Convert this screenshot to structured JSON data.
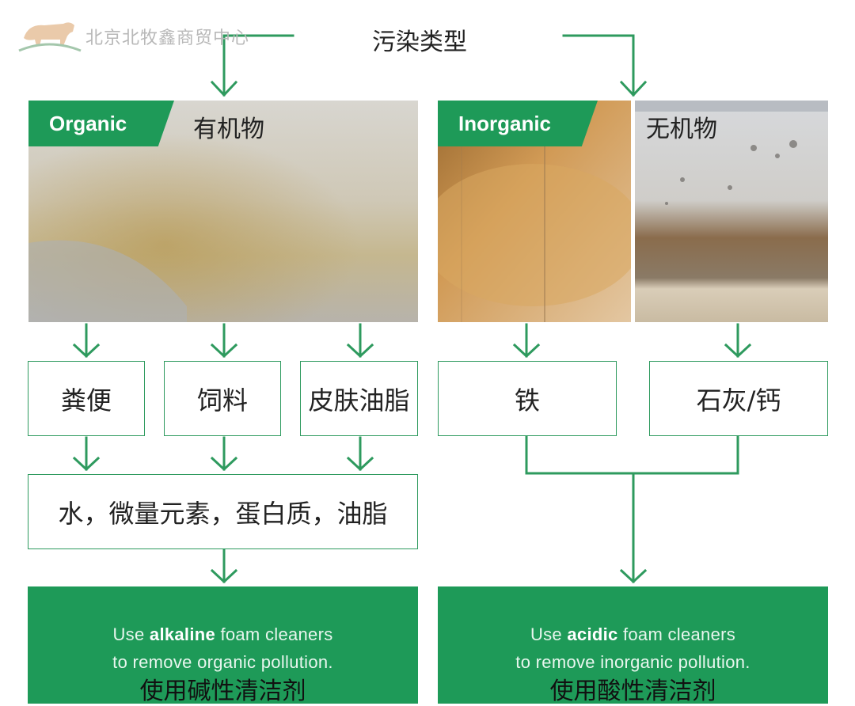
{
  "watermark": {
    "text": "北京北牧鑫商贸中心"
  },
  "title": "污染类型",
  "organic": {
    "tag": "Organic",
    "label": "有机物",
    "items": [
      "粪便",
      "饲料",
      "皮肤油脂"
    ],
    "components": "水，微量元素，蛋白质，油脂",
    "solution": {
      "prefix": "Use ",
      "keyword": "alkaline",
      "suffix": " foam cleaners",
      "line2": "to remove organic pollution.",
      "cn": "使用碱性清洁剂"
    }
  },
  "inorganic": {
    "tag": "Inorganic",
    "label": "无机物",
    "items": [
      "铁",
      "石灰/钙"
    ],
    "solution": {
      "prefix": "Use ",
      "keyword": "acidic",
      "suffix": " foam cleaners",
      "line2": "to remove inorganic pollution.",
      "cn": "使用酸性清洁剂"
    }
  },
  "colors": {
    "accent": "#1e9a58",
    "line": "#2e9a5e"
  },
  "icons": [
    "cattle-logo-icon",
    "arrow-down-icon"
  ]
}
